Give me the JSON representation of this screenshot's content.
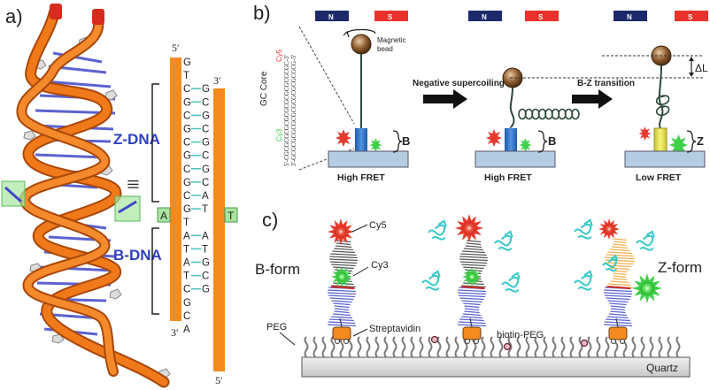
{
  "panels": {
    "a_label": "a)",
    "b_label": "b)",
    "c_label": "c)"
  },
  "panel_a": {
    "zdna_label": "Z-DNA",
    "bdna_label": "B-DNA",
    "equiv_symbol": "≡",
    "strand_left_top": "5′",
    "strand_left_bottom": "3′",
    "strand_right_top": "3′",
    "strand_right_bottom": "5′",
    "left_bases": [
      "G",
      "T",
      "C",
      "G",
      "C",
      "G",
      "C",
      "G",
      "C",
      "G",
      "C",
      "G",
      "T",
      "A",
      "T",
      "A",
      "T",
      "C",
      "G",
      "C",
      "A"
    ],
    "right_bases": [
      "G",
      "C",
      "G",
      "C",
      "G",
      "C",
      "G",
      "C",
      "A",
      "T",
      "A",
      "T",
      "G",
      "C",
      "G"
    ],
    "flip_left": "A",
    "flip_right": "T"
  },
  "panel_b": {
    "magnet_n": "N",
    "magnet_s": "S",
    "magnetic_bead_line1": "Magnetic",
    "magnetic_bead_line2": "bead",
    "gc_core": "GC Core",
    "cy5": "Cy5",
    "cy3": "Cy3",
    "seq_top": "5'-CGCGCGCGCGCGCGCGCGCGCGC-3'",
    "seq_bottom": "3'-GCGCGCGCGCGCGCGCGCGCGCG-5'",
    "arrow1_label": "Negative supercoiling",
    "arrow2_label": "B-Z transition",
    "delta_l": "ΔL",
    "state1_form": "B",
    "state2_form": "B",
    "state3_form": "Z",
    "fret1": "High FRET",
    "fret2": "High FRET",
    "fret3": "Low FRET"
  },
  "panel_c": {
    "cy5": "Cy5",
    "cy3": "Cy3",
    "bform": "B-form",
    "zform": "Z-form",
    "streptavidin": "Streptavidin",
    "biotin_peg": "biotin-PEG",
    "peg": "PEG",
    "quartz": "Quartz"
  },
  "colors": {
    "orange_tube": "#f07a1a",
    "dna_blue": "#3f47c8",
    "label_blue": "#2e3fc0",
    "magnet_n": "#1c2a6b",
    "magnet_s": "#e8322b",
    "cy5_red": "#e63a2e",
    "cy3_green": "#3fd04a",
    "zdna_orange": "#f4a030",
    "protein_cyan": "#37c8c8"
  }
}
